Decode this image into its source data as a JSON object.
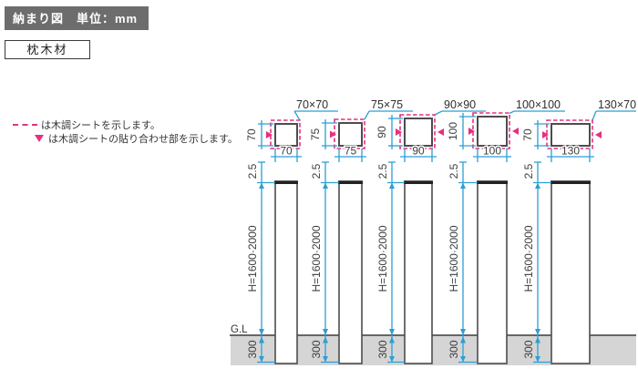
{
  "header": {
    "title": "納まり図　単位：mm"
  },
  "material_box": {
    "label": "枕木材"
  },
  "legend": {
    "sheet_note": "は木調シートを示します。",
    "joint_note": "は木調シートの貼り合わせ部を示します。"
  },
  "dims": {
    "top_offset": "2.5",
    "post_height": "H=1600·2000",
    "embed_depth": "300"
  },
  "ground": {
    "label": "G.L"
  },
  "sections": [
    {
      "label": "70×70",
      "width": "70",
      "height": "70"
    },
    {
      "label": "75×75",
      "width": "75",
      "height": "75"
    },
    {
      "label": "90×90",
      "width": "90",
      "height": "90"
    },
    {
      "label": "100×100",
      "width": "100",
      "height": "100"
    },
    {
      "label": "130×70",
      "width": "130",
      "height": "70"
    }
  ],
  "colors": {
    "dimension_blue": "#2b9fd6",
    "sheet_pink": "#e6307e",
    "outline_gray": "#4d4d4d",
    "ground_gray": "#d5d5d5",
    "header_gray": "#6d6d6d"
  }
}
